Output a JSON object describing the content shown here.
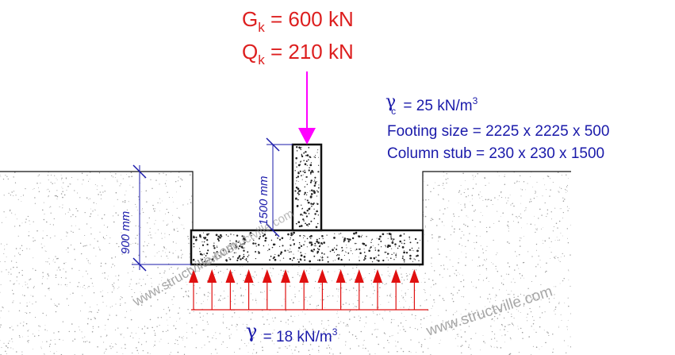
{
  "loads": {
    "gk_symbol": "G",
    "gk_sub": "k",
    "gk_value": " = 600 kN",
    "qk_symbol": "Q",
    "qk_sub": "k",
    "qk_value": " = 210 kN"
  },
  "concrete": {
    "symbol": "γ",
    "sub": "c",
    "value": " = 25 kN/m",
    "exp": "3"
  },
  "footing_size": "Footing size = 2225 x 2225 x 500",
  "column_stub": "Column stub = 230 x 230 x 1500",
  "dims": {
    "column_height": "1500 mm",
    "depth": "900 mm"
  },
  "soil": {
    "symbol": "γ",
    "value": " = 18 kN/m",
    "exp": "3"
  },
  "watermarks": [
    "www.structville.com",
    "www.structville.com",
    "www.structville.com"
  ],
  "colors": {
    "load_text": "#dd1f1f",
    "load_arrow": "#ff00ff",
    "info_text": "#1a1aaa",
    "pressure_arrow": "#e01010",
    "dimension": "#1a1aaa",
    "soil_dots": "#9a9a9a",
    "concrete_dots": "#222222"
  }
}
